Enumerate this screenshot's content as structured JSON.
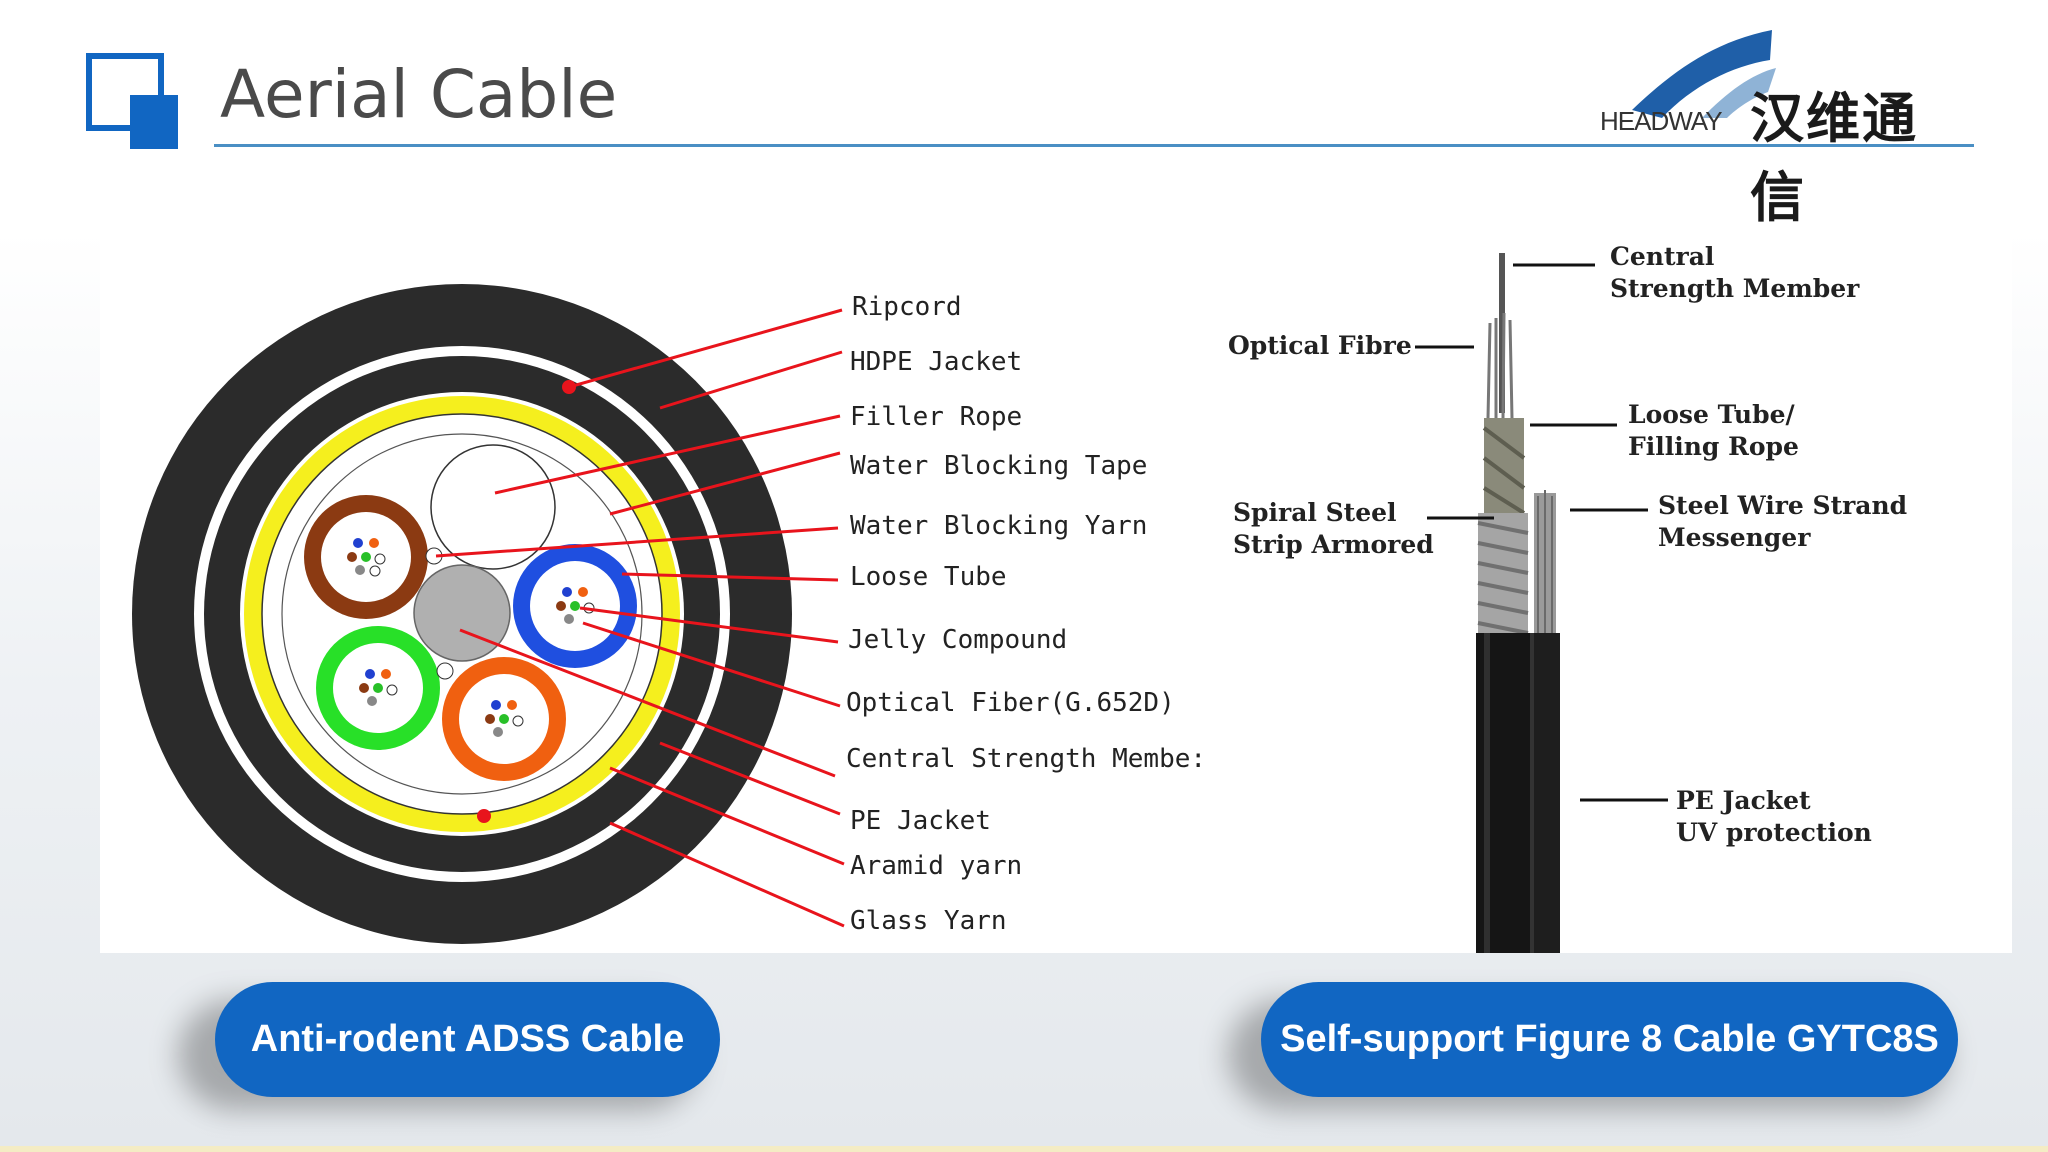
{
  "slide": {
    "title": "Aerial Cable",
    "logo": {
      "en": "HEADWAY",
      "cn": "汉维通信"
    },
    "colors": {
      "accent": "#1166c2",
      "rule": "#4a8fc4",
      "leader": "#e8141c"
    }
  },
  "left_diagram": {
    "caption": "Anti-rodent ADSS Cable",
    "labels": [
      "Ripcord",
      "HDPE Jacket",
      "Filler Rope",
      "Water Blocking Tape",
      "Water Blocking Yarn",
      "Loose Tube",
      "Jelly Compound",
      "Optical Fiber(G.652D)",
      "Central Strength Membe:",
      "PE Jacket",
      "Aramid yarn",
      "Glass Yarn"
    ]
  },
  "right_diagram": {
    "caption": "Self-support Figure 8 Cable GYTC8S",
    "labels": {
      "central": [
        "Central",
        "Strength Member"
      ],
      "fibre": [
        "Optical Fibre"
      ],
      "loose": [
        "Loose Tube/",
        "Filling Rope"
      ],
      "spiral": [
        "Spiral Steel",
        "Strip Armored"
      ],
      "steel": [
        "Steel Wire Strand",
        "Messenger"
      ],
      "pe": [
        "PE Jacket",
        "UV protection"
      ]
    }
  }
}
